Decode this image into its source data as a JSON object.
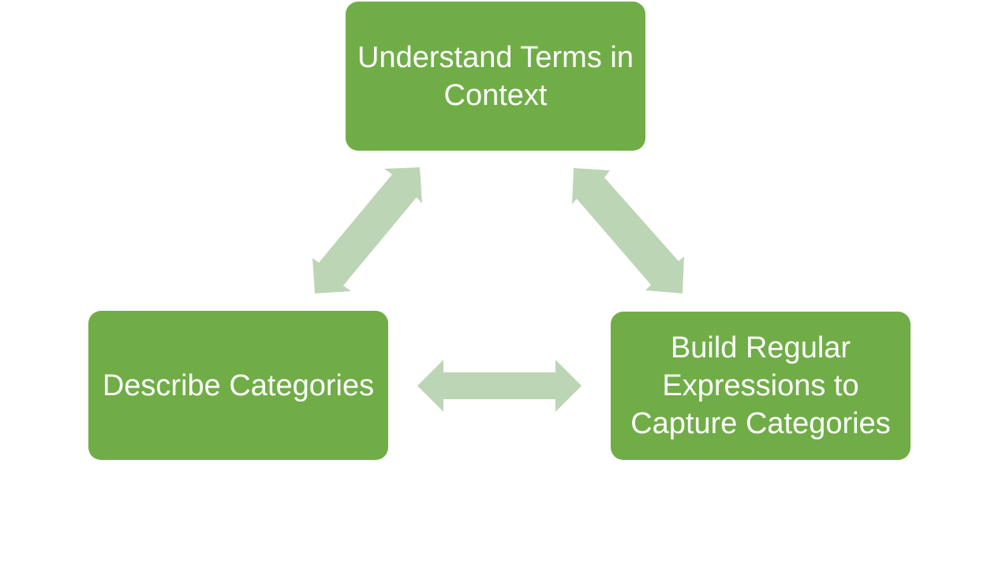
{
  "colors": {
    "node_fill": "#70ad47",
    "arrow_fill": "#bcd5b4",
    "node_text": "#ffffff",
    "background": "#ffffff"
  },
  "nodes": {
    "understand": {
      "label": "Understand Terms in Context"
    },
    "describe": {
      "label": "Describe Categories"
    },
    "build": {
      "label": "Build Regular Expressions to Capture Categories"
    }
  },
  "arrows": [
    {
      "id": "arrow-understand-describe",
      "from": "understand",
      "to": "describe",
      "type": "bidirectional"
    },
    {
      "id": "arrow-understand-build",
      "from": "understand",
      "to": "build",
      "type": "bidirectional"
    },
    {
      "id": "arrow-describe-build",
      "from": "describe",
      "to": "build",
      "type": "bidirectional"
    }
  ]
}
